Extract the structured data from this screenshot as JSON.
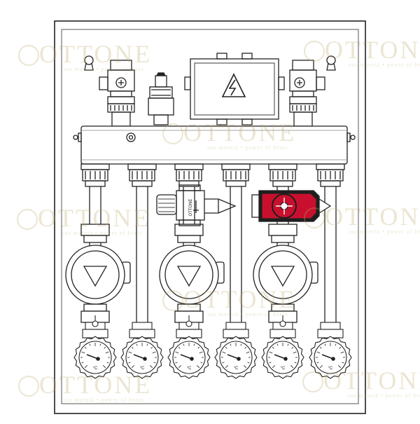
{
  "watermark": {
    "brand": "OTTONE",
    "tagline": "sua maestà • power of brass"
  },
  "gauge": {
    "unit": "°C"
  },
  "hazard_symbol": "⚡",
  "mixing_valve_label": "OTTONE",
  "colors": {
    "line": "#222222",
    "actuator_red": "#c8102e",
    "actuator_dark": "#1e1e1e",
    "watermark": "#bea96e",
    "panel_stroke": "#555555"
  },
  "icons": [
    "keyhole-icon",
    "high-voltage-icon",
    "pump-direction-icon",
    "thermometer-icon",
    "air-vent-icon"
  ]
}
